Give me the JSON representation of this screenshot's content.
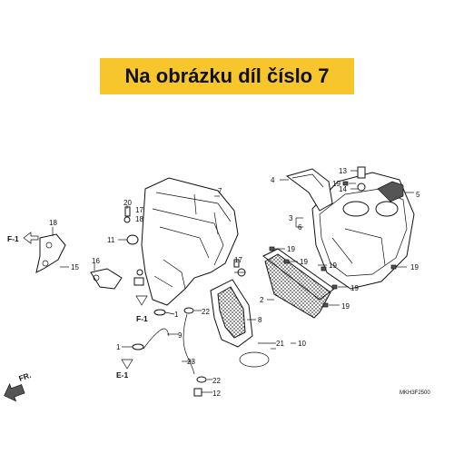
{
  "banner": {
    "text": "Na obrázku díl číslo 7",
    "color": "#f6c62c"
  },
  "labels": {
    "l1a": "1",
    "l1b": "1",
    "l2": "2",
    "l3": "3",
    "l4": "4",
    "l5": "5",
    "l6": "6",
    "l7": "7",
    "l8": "8",
    "l9": "9",
    "l10": "10",
    "l11": "11",
    "l12": "12",
    "l13": "13",
    "l14": "14",
    "l15": "15",
    "l16": "16",
    "l17a": "17",
    "l17b": "17",
    "l18a": "18",
    "l18b": "18",
    "l19a": "19",
    "l19b": "19",
    "l19c": "19",
    "l19d": "19",
    "l19e": "19",
    "l19f": "19",
    "l19g": "19",
    "l20": "20",
    "l21": "21",
    "l22a": "22",
    "l22b": "22",
    "l23": "23"
  },
  "refs": {
    "f1_left": "F-1",
    "f1_bottom": "F-1",
    "e1": "E-1",
    "fr": "FR."
  },
  "diagram_code": "MKH3F2500",
  "icons": [
    "fr-arrow-icon",
    "reference-arrow-icon"
  ]
}
